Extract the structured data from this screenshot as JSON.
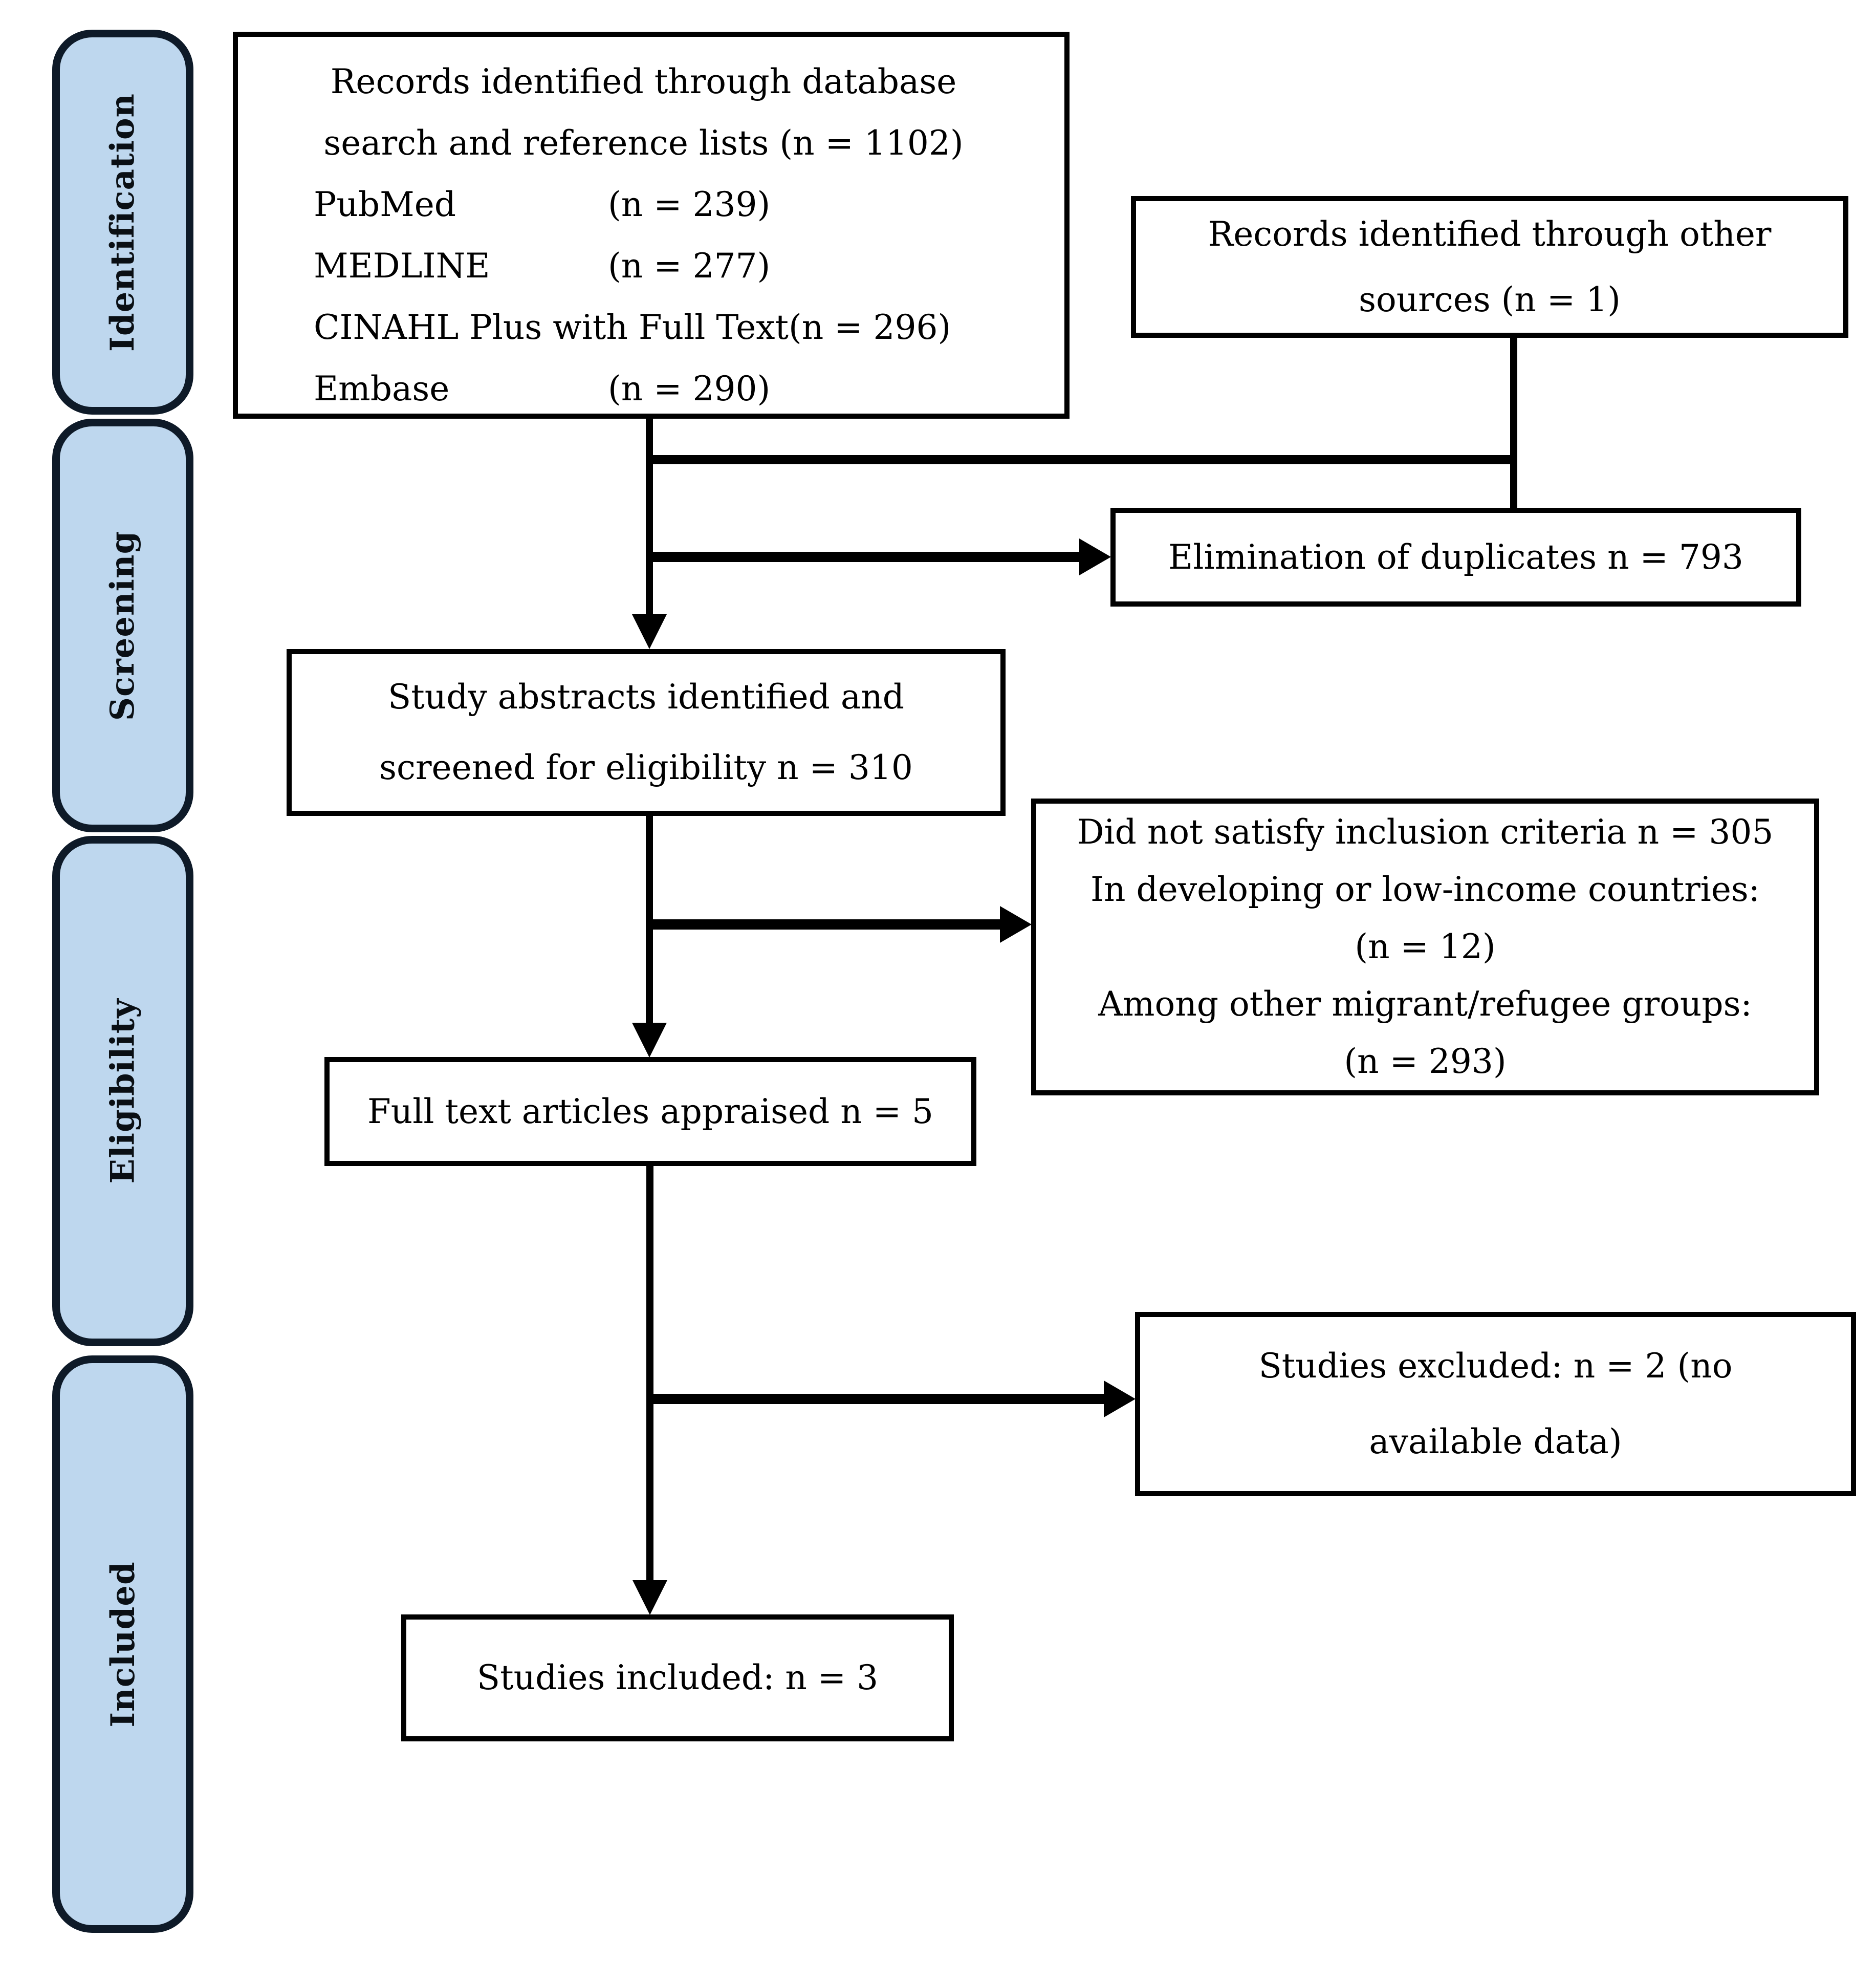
{
  "colors": {
    "background": "#ffffff",
    "sidebar_fill": "#bed7ee",
    "sidebar_border": "#0e1a28",
    "box_border": "#000000",
    "connector": "#000000",
    "text": "#000000"
  },
  "sidebar": {
    "stages": [
      {
        "label": "Identification"
      },
      {
        "label": "Screening"
      },
      {
        "label": "Eligibility"
      },
      {
        "label": "Included"
      }
    ]
  },
  "boxes": {
    "identified": {
      "line1": "Records identified through database",
      "line2": "search and reference lists (n = 1102)",
      "sources": [
        {
          "name": "PubMed",
          "count": "(n = 239)"
        },
        {
          "name": "MEDLINE",
          "count": "(n = 277)"
        },
        {
          "name": "CINAHL Plus with Full Text",
          "count": "(n = 296)"
        },
        {
          "name": "Embase",
          "count": "(n = 290)"
        }
      ]
    },
    "other_sources": {
      "line1": "Records identified through other",
      "line2": "sources (n = 1)"
    },
    "duplicates": {
      "text": "Elimination of duplicates n = 793"
    },
    "abstracts": {
      "line1": "Study abstracts identified and",
      "line2": "screened for eligibility n = 310"
    },
    "excluded_criteria": {
      "line1": "Did not satisfy inclusion criteria n = 305",
      "line2": "In developing or low-income countries:",
      "line3": "(n = 12)",
      "line4": "Among other migrant/refugee groups:",
      "line5": "(n = 293)"
    },
    "fulltext": {
      "text": "Full text articles appraised n = 5"
    },
    "excluded_studies": {
      "line1": "Studies excluded: n = 2 (no",
      "line2": "available data)"
    },
    "included_studies": {
      "text": "Studies included: n = 3"
    }
  }
}
